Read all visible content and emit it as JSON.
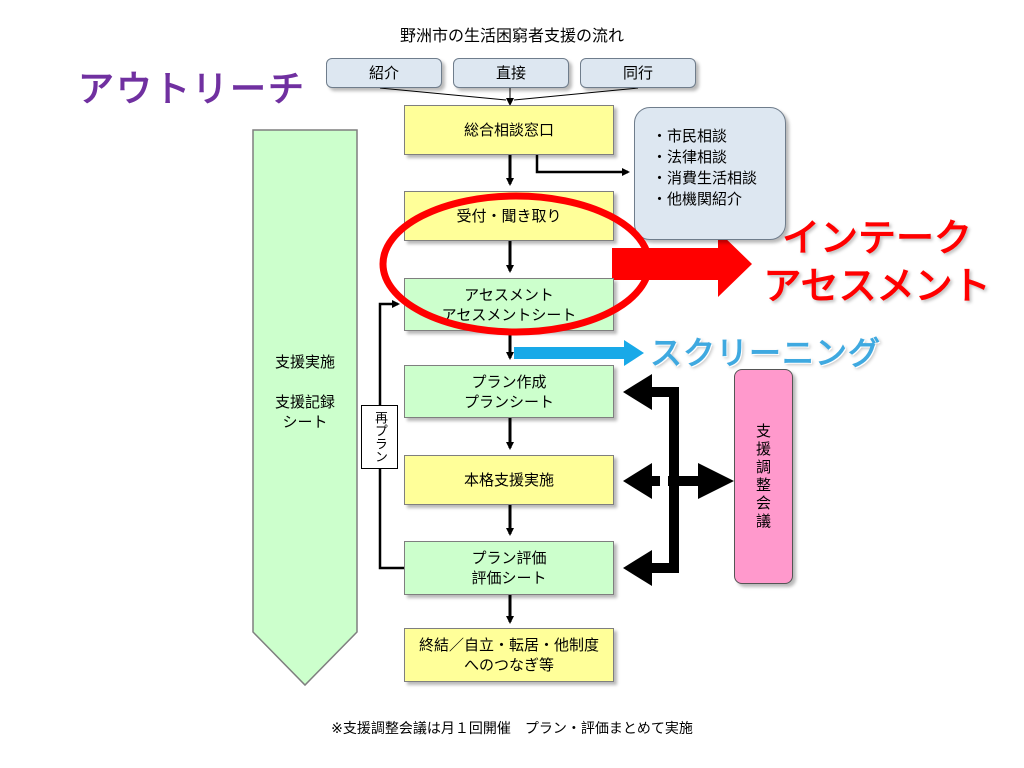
{
  "title": "野洲市の生活困窮者支援の流れ",
  "outreach_label": "アウトリーチ",
  "entry_boxes": [
    {
      "label": "紹介"
    },
    {
      "label": "直接"
    },
    {
      "label": "同行"
    }
  ],
  "flow": {
    "consultation": "総合相談窓口",
    "reception": "受付・聞き取り",
    "assessment": "アセスメント\nアセスメントシート",
    "plan": "プラン作成\nプランシート",
    "support": "本格支援実施",
    "evaluation": "プラン評価\n評価シート",
    "end": "終結／自立・転居・他制度\nへのつなぎ等"
  },
  "referral_list": [
    "・市民相談",
    "・法律相談",
    "・消費生活相談",
    "・他機関紹介"
  ],
  "side_arrow_label": "支援実施\n\n支援記録\nシート",
  "replan_label": "再プラン",
  "meeting_label": "支援調整会議",
  "intake_label": "インテーク\nアセスメント",
  "screening_label": "スクリーニング",
  "footnote": "※支援調整会議は月１回開催　プラン・評価まとめて実施",
  "colors": {
    "outreach": "#7030a0",
    "intake": "#ff0000",
    "screening": "#3fa9e0",
    "yellow_box": "#ffff99",
    "green_box": "#ccffcc",
    "gray_box": "#dde7f1",
    "meeting_box": "#ff99cc"
  }
}
